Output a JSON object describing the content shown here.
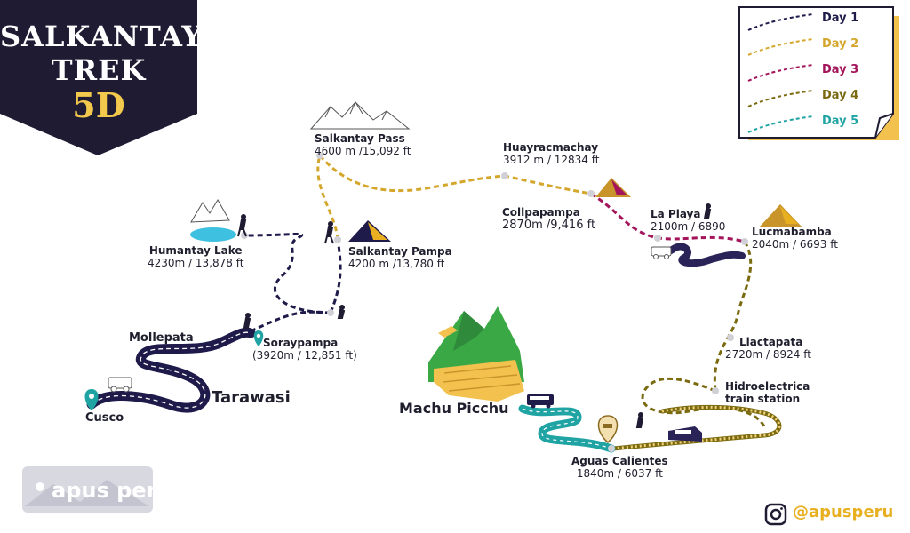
{
  "title": {
    "line1": "SALKANTAY",
    "line2": "TREK",
    "line3": "5D"
  },
  "legend": [
    {
      "label": "Day 1",
      "color": "#1e1b4b"
    },
    {
      "label": "Day 2",
      "color": "#d4a72c"
    },
    {
      "label": "Day 3",
      "color": "#a3145a"
    },
    {
      "label": "Day 4",
      "color": "#7a6a10"
    },
    {
      "label": "Day 5",
      "color": "#1fa3a3"
    }
  ],
  "places": {
    "salkantay_pass": {
      "name": "Salkantay Pass",
      "alt": "4600 m /15,092 ft"
    },
    "huayracmachay": {
      "name": "Huayracmachay",
      "alt": "3912 m / 12834 ft"
    },
    "collpapampa": {
      "name": "Collpapampa",
      "alt": "2870m /9,416 ft"
    },
    "la_playa": {
      "name": "La Playa",
      "alt": "2100m / 6890"
    },
    "lucmabamba": {
      "name": "Lucmabamba",
      "alt": "2040m / 6693 ft"
    },
    "humantay_lake": {
      "name": "Humantay Lake",
      "alt": "4230m / 13,878 ft"
    },
    "salkantay_pampa": {
      "name": "Salkantay Pampa",
      "alt": "4200 m /13,780 ft"
    },
    "mollepata": {
      "name": "Mollepata"
    },
    "soraypampa": {
      "name": "Soraypampa",
      "alt": "(3920m / 12,851 ft)"
    },
    "cusco": {
      "name": "Cusco"
    },
    "tarawasi": {
      "name": "Tarawasi"
    },
    "llactapata": {
      "name": "Llactapata",
      "alt": "2720m / 8924 ft"
    },
    "hidroelectrica": {
      "name": "Hidroelectrica",
      "name2": "train station"
    },
    "machu_picchu": {
      "name": "Machu Picchu"
    },
    "aguas_calientes": {
      "name": "Aguas Calientes",
      "alt": "1840m / 6037 ft"
    }
  },
  "brand": {
    "logo": "apus peru",
    "handle": "@apusperu"
  }
}
